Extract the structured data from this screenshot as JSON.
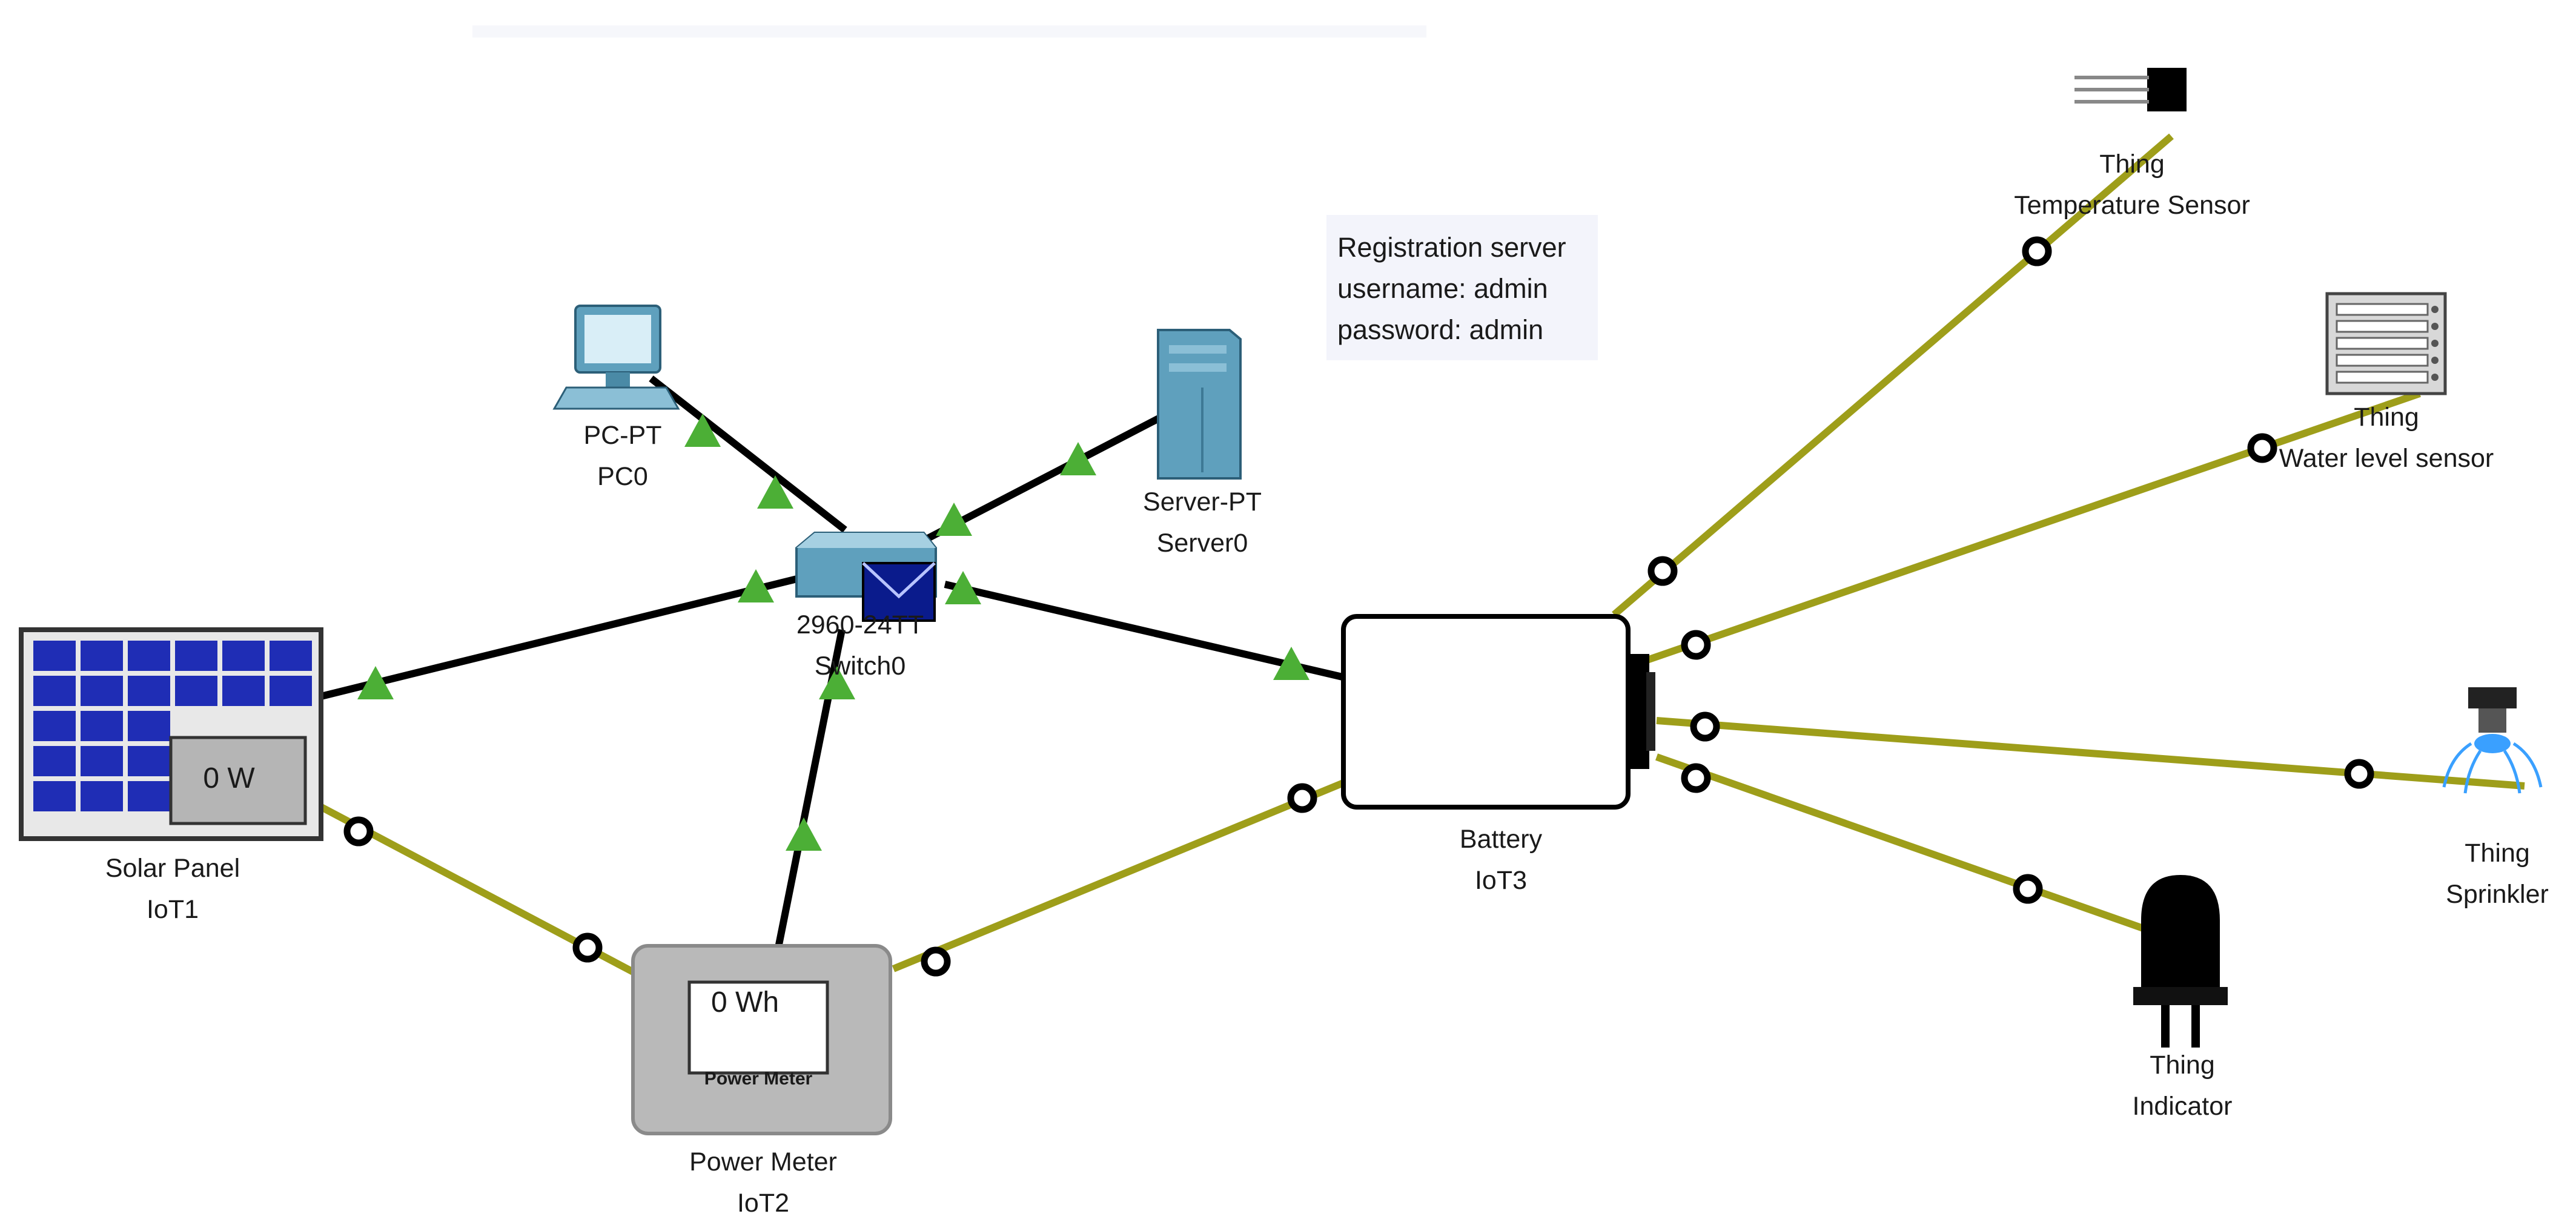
{
  "topology": {
    "note": {
      "line1": "Registration server",
      "line2": "username: admin",
      "line3": "password: admin"
    },
    "devices": {
      "pc0": {
        "type": "PC-PT",
        "name": "PC0"
      },
      "server0": {
        "type": "Server-PT",
        "name": "Server0"
      },
      "switch0": {
        "type": "2960-24TT",
        "name": "Switch0"
      },
      "solar": {
        "type": "Solar Panel",
        "name": "IoT1",
        "display": "0 W"
      },
      "meter": {
        "type": "Power Meter",
        "name": "IoT2",
        "display": "0 Wh",
        "panel": "Power Meter"
      },
      "battery": {
        "type": "Battery",
        "name": "IoT3"
      },
      "temp": {
        "type": "Thing",
        "name": "Temperature Sensor"
      },
      "water": {
        "type": "Thing",
        "name": "Water level sensor"
      },
      "sprinkler": {
        "type": "Thing",
        "name": "Sprinkler"
      },
      "indicator": {
        "type": "Thing",
        "name": "Indicator"
      }
    },
    "colors": {
      "ethernet": "#000000",
      "iot_link": "#9e9e1a",
      "link_up": "#4caf36",
      "solar_cell": "#1f2db5",
      "switch": "#5fa0bd",
      "envelope": "#0a1b8c"
    }
  }
}
